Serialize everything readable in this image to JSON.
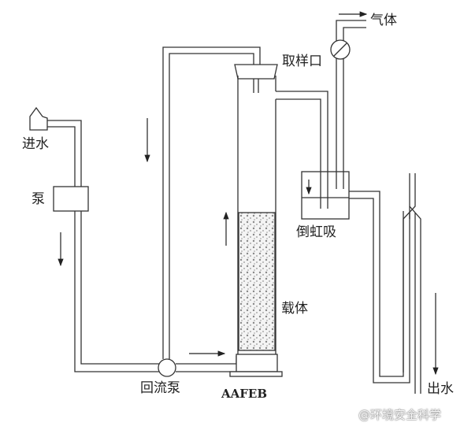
{
  "labels": {
    "inlet": "进水",
    "pump": "泵",
    "recirculation_pump": "回流泵",
    "reactor": "AAFEB",
    "carrier": "载体",
    "siphon": "倒虹吸",
    "sampling_port": "取样口",
    "gas": "气体",
    "outlet": "出水"
  },
  "watermark": "@环境安全科学",
  "colors": {
    "line": "#333333"
  }
}
